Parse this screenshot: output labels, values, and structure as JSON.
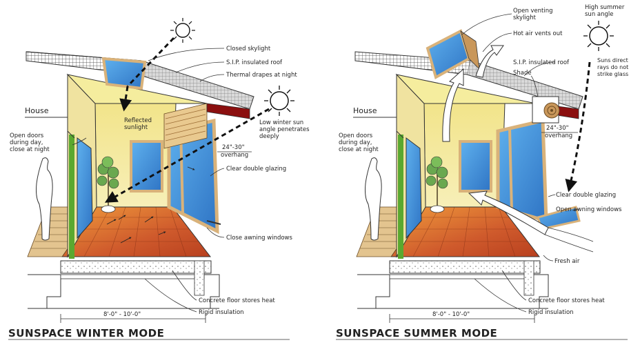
{
  "winter": {
    "title": "SUNSPACE WINTER MODE",
    "house": "House",
    "labels": {
      "closed_skylight": "Closed skylight",
      "sip_roof": "S.I.P. insulated roof",
      "thermal_drapes": "Thermal drapes at night",
      "reflected_1": "Reflected",
      "reflected_2": "sunlight",
      "low_sun_1": "Low winter sun",
      "low_sun_2": "angle penetrates",
      "low_sun_3": "deeply",
      "overhang_1": "24\"-30\"",
      "overhang_2": "overhang",
      "open_doors_1": "Open doors",
      "open_doors_2": "during day,",
      "open_doors_3": "close at night",
      "clear_glazing": "Clear double glazing",
      "close_awning": "Close awning windows",
      "concrete_floor": "Concrete floor stores heat",
      "rigid_insulation": "Rigid insulation",
      "width": "8'-0\" - 10'-0\""
    }
  },
  "summer": {
    "title": "SUNSPACE SUMMER MODE",
    "house": "House",
    "labels": {
      "open_skylight_1": "Open venting",
      "open_skylight_2": "skylight",
      "hot_air": "Hot air vents out",
      "sip_roof": "S.I.P. insulated roof",
      "shade": "Shade",
      "high_sun_1": "High summer",
      "high_sun_2": "sun angle",
      "direct_rays_1": "Suns direct",
      "direct_rays_2": "rays do not",
      "direct_rays_3": "strike glass",
      "overhang_1": "24\"-30\"",
      "overhang_2": "overhang",
      "open_doors_1": "Open doors",
      "open_doors_2": "during day,",
      "open_doors_3": "close at night",
      "clear_glazing": "Clear double glazing",
      "open_awning": "Open awning windows",
      "fresh_air": "Fresh air",
      "concrete_floor": "Concrete floor stores heat",
      "rigid_insulation": "Rigid insulation",
      "width": "8'-0\" - 10'-0\""
    }
  },
  "colors": {
    "wall_yellow": "#f3ea9a",
    "glass_blue": "#3f8fd6",
    "floor_red": "#c9502a",
    "floor_orange": "#e98a3a",
    "roof_gray": "#9a9a9a",
    "wood": "#d9b27a",
    "green": "#5aa82f",
    "sun": "#222222"
  }
}
